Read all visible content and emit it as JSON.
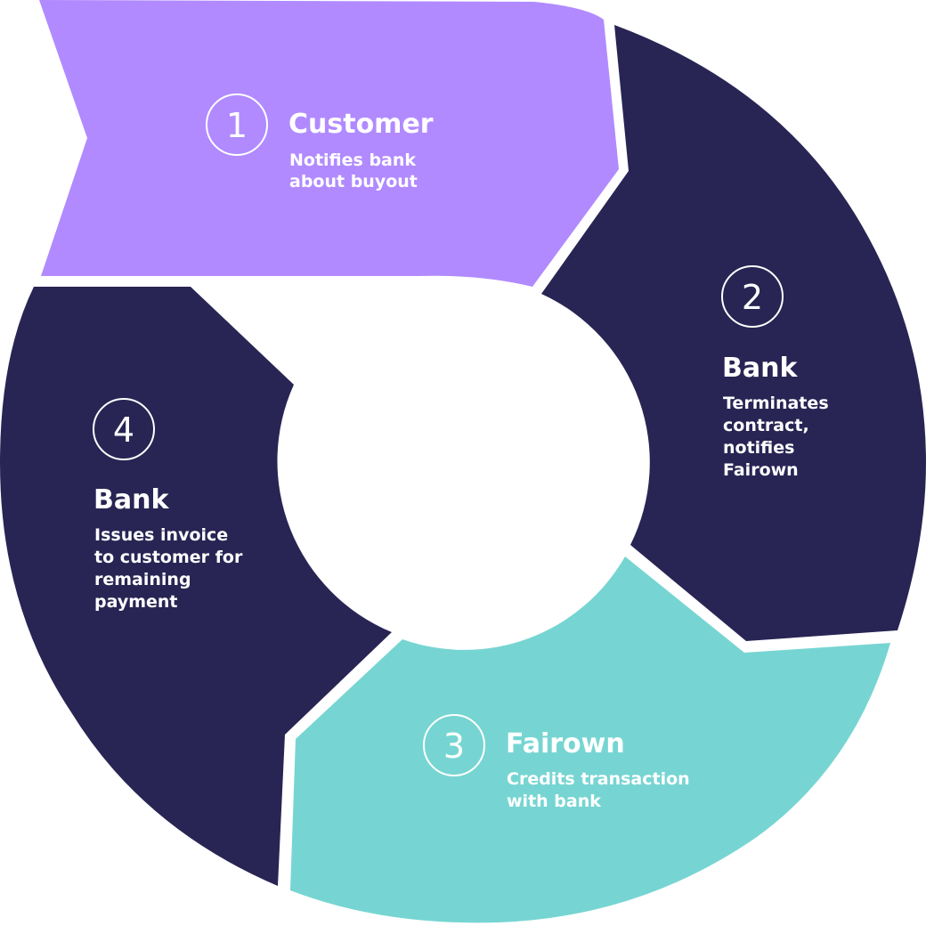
{
  "colors": {
    "customer": "#b18aff",
    "bank": "#282554",
    "fairown": "#76d5d2",
    "text": "#ffffff"
  },
  "steps": [
    {
      "number": "1",
      "title": "Customer",
      "description": [
        "Notifies bank",
        "about buyout"
      ]
    },
    {
      "number": "2",
      "title": "Bank",
      "description": [
        "Terminates",
        "contract,",
        "notifies",
        "Fairown"
      ]
    },
    {
      "number": "3",
      "title": "Fairown",
      "description": [
        "Credits transaction",
        "with bank"
      ]
    },
    {
      "number": "4",
      "title": "Bank",
      "description": [
        "Issues invoice",
        "to customer for",
        "remaining",
        "payment"
      ]
    }
  ]
}
